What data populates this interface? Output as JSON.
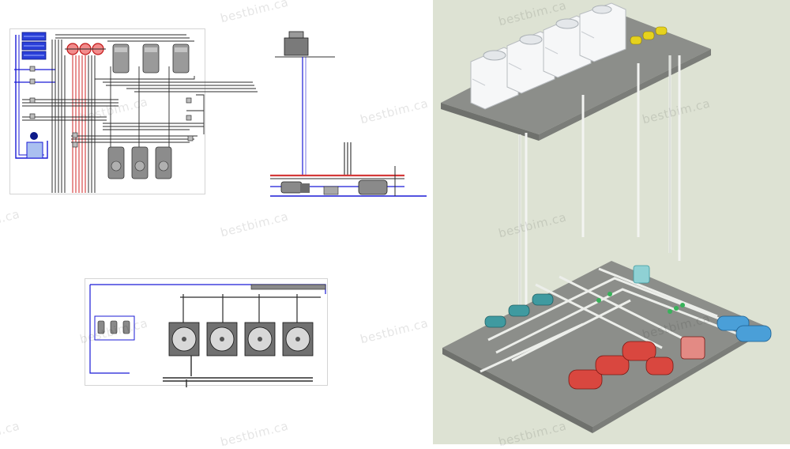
{
  "watermark": {
    "text": "bestbim.ca",
    "color": "#000000"
  },
  "colors": {
    "chilled_water": "#1b1bd6",
    "condenser_water": "#e03a3a",
    "pipe_dark": "#2b2b2b",
    "equipment_gray": "#8a8a8a",
    "render_background": "#dde2d3",
    "cooling_tower": "#f2f4f5",
    "boiler_red": "#d9473f",
    "pump_teal": "#3f9aa0",
    "tank_blue": "#4a9fd8",
    "chemical_yellow": "#e6d21d"
  },
  "views": {
    "plan_view": {
      "icon": "mechanical-plan-drawing"
    },
    "section_view": {
      "icon": "elevation-section-drawing"
    },
    "roof_plan_view": {
      "icon": "cooling-tower-roof-plan-drawing"
    },
    "render_3d": {
      "icon": "isometric-3d-model-render"
    }
  }
}
